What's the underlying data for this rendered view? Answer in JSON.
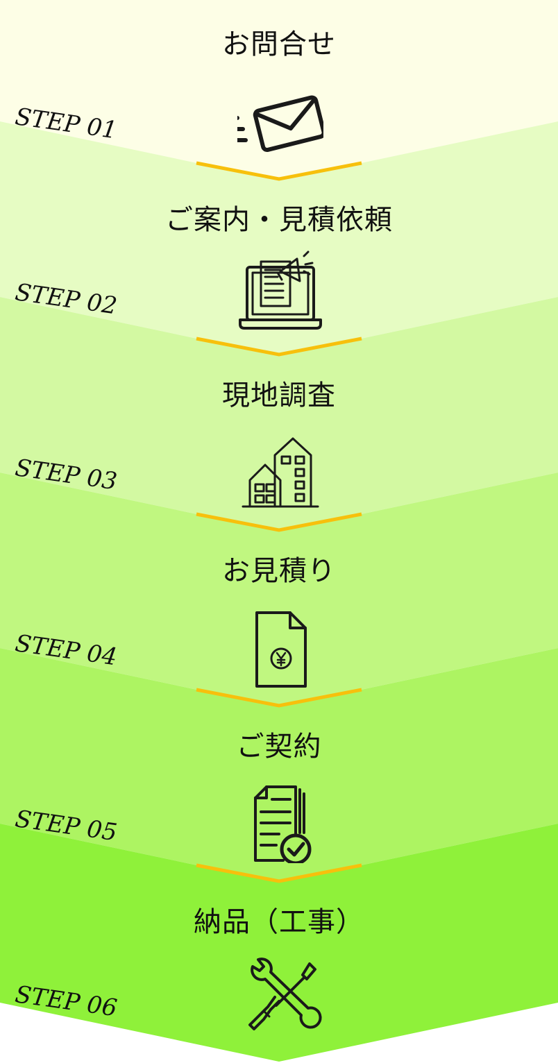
{
  "colors": {
    "band_1": "#fdfee6",
    "band_2": "#e6fcc3",
    "band_3": "#d3f9a2",
    "band_4": "#c0f780",
    "band_5": "#adf462",
    "band_6": "#8ff13a",
    "divider": "#f7c00c",
    "text": "#111111",
    "icon_stroke": "#1a1a1a"
  },
  "steps": [
    {
      "title": "お問合せ",
      "label": "STEP 01",
      "icon": "envelope-icon"
    },
    {
      "title": "ご案内・見積依頼",
      "label": "STEP 02",
      "icon": "laptop-document-icon"
    },
    {
      "title": "現地調査",
      "label": "STEP 03",
      "icon": "buildings-icon"
    },
    {
      "title": "お見積り",
      "label": "STEP 04",
      "icon": "yen-document-icon"
    },
    {
      "title": "ご契約",
      "label": "STEP 05",
      "icon": "contract-check-icon"
    },
    {
      "title": "納品（工事）",
      "label": "STEP 06",
      "icon": "wrench-screwdriver-icon"
    }
  ]
}
